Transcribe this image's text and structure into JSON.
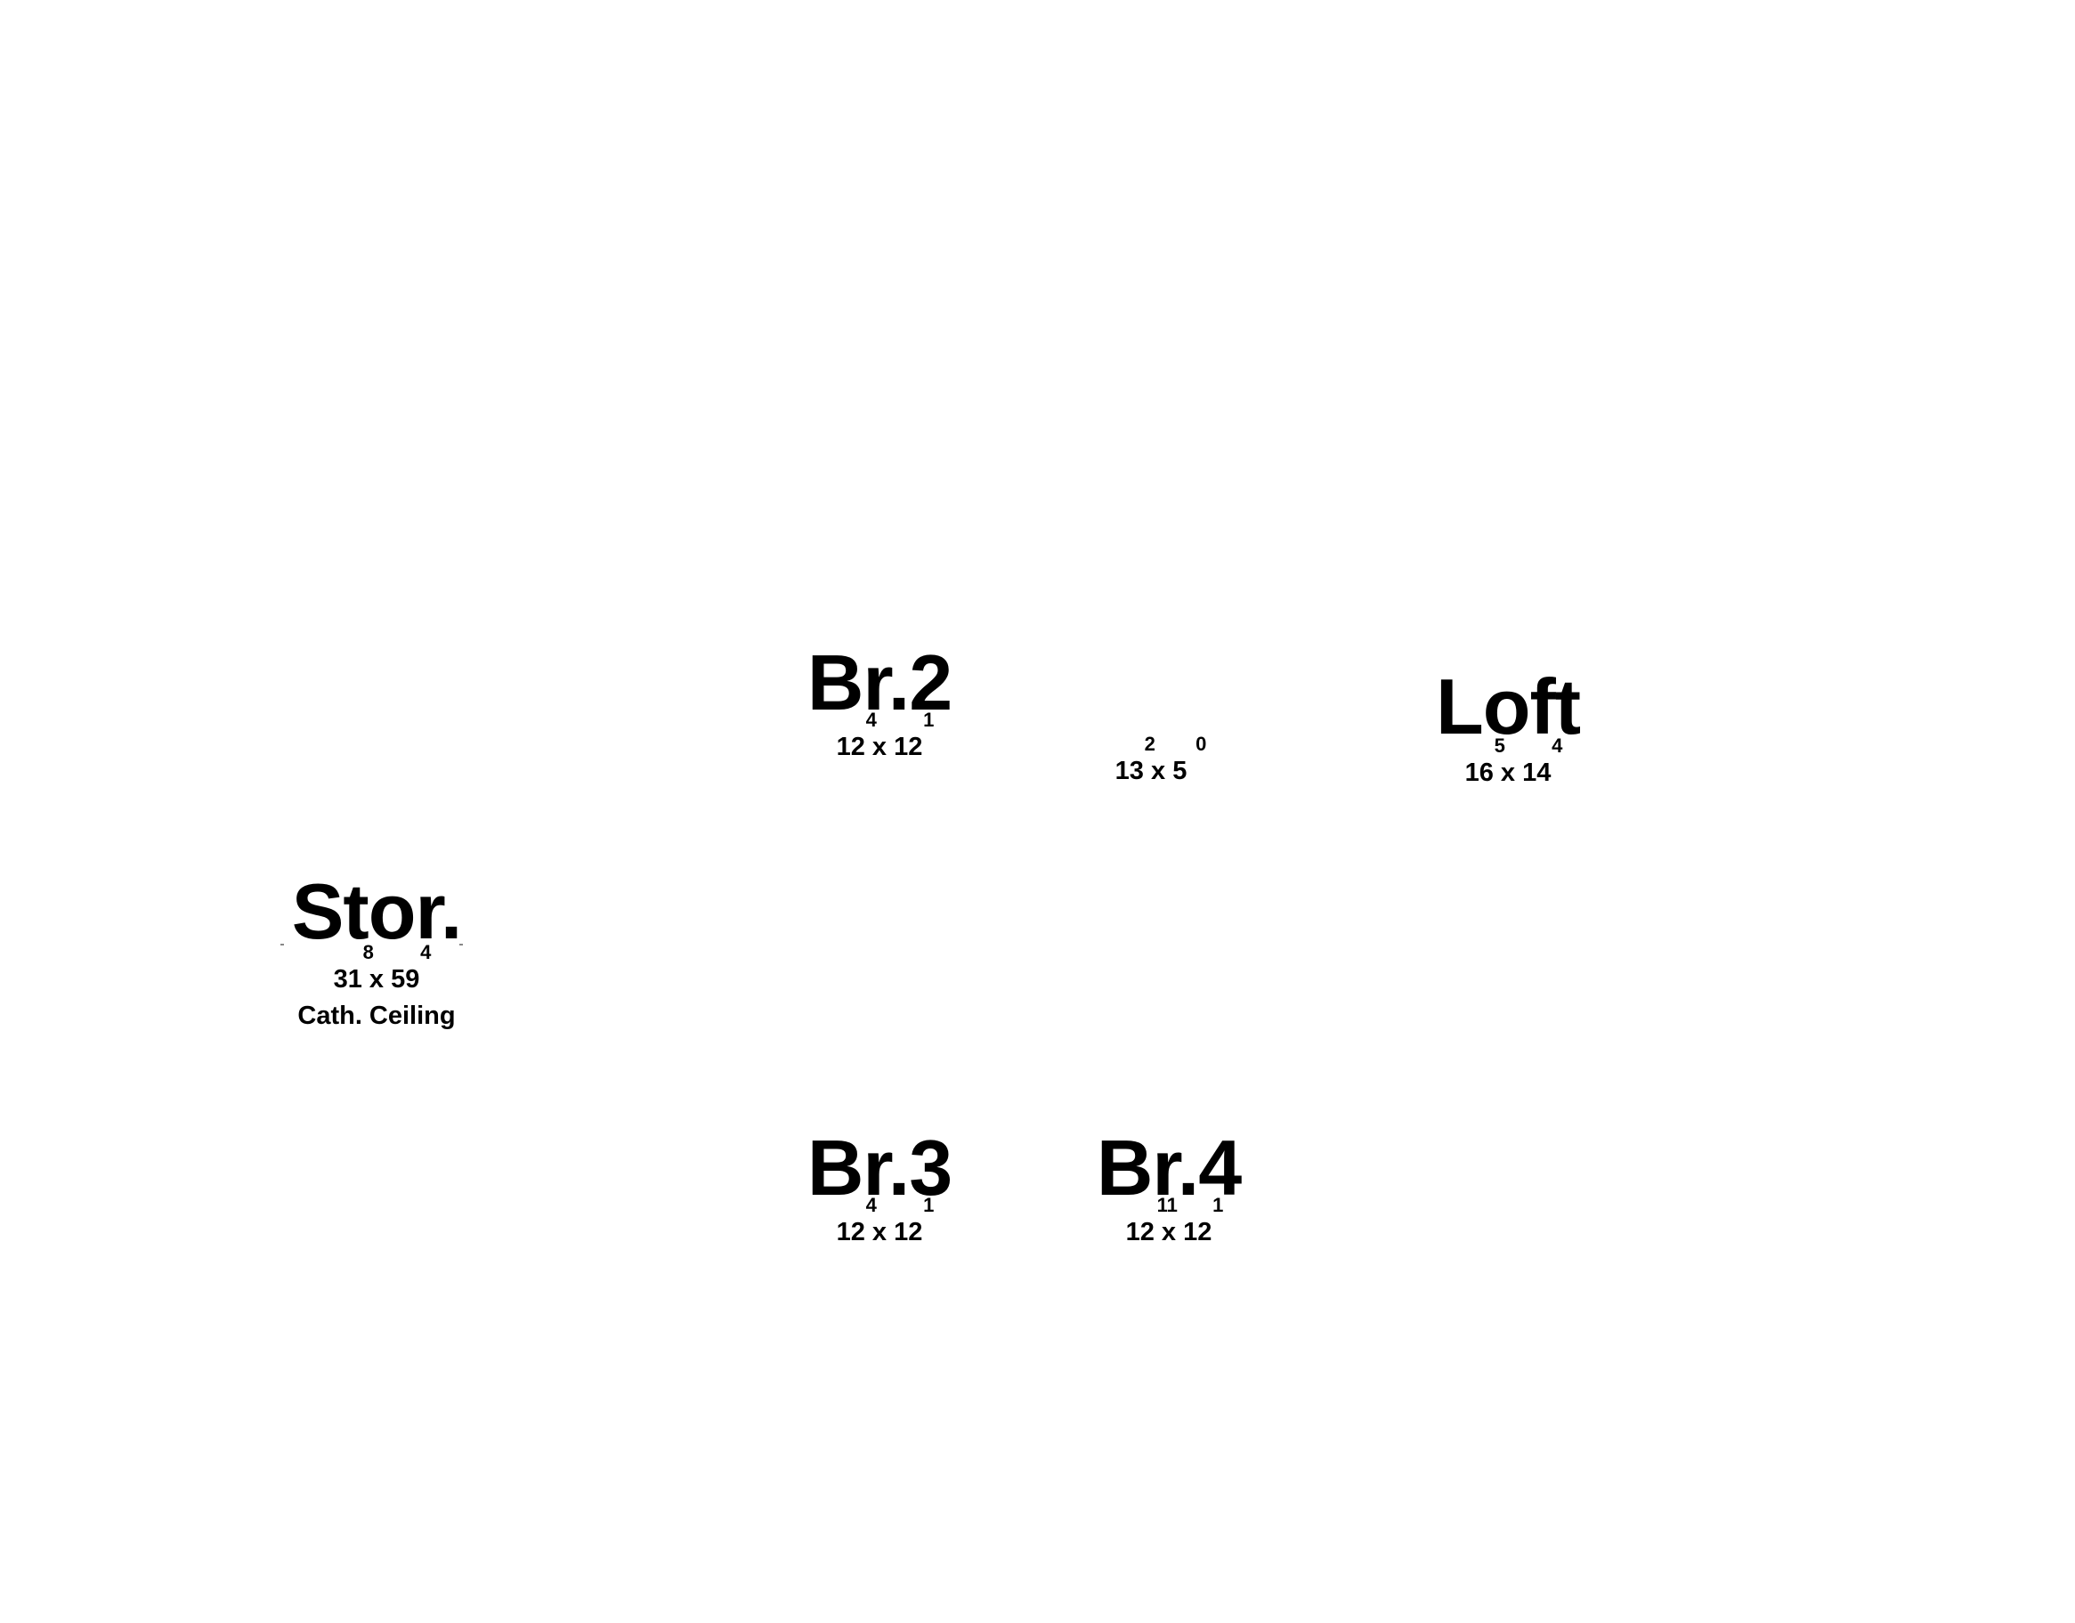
{
  "rooms": {
    "br2": {
      "name": "Br.2",
      "w_ft": "12",
      "w_in": "4",
      "l_ft": "12",
      "l_in": "1"
    },
    "hall": {
      "name": "",
      "w_ft": "13",
      "w_in": "2",
      "l_ft": "5",
      "l_in": "0"
    },
    "loft": {
      "name": "Loft",
      "w_ft": "16",
      "w_in": "5",
      "l_ft": "14",
      "l_in": "4"
    },
    "stor": {
      "name": "Stor.",
      "w_ft": "31",
      "w_in": "8",
      "l_ft": "59",
      "l_in": "4",
      "note": "Cath. Ceiling"
    },
    "br3": {
      "name": "Br.3",
      "w_ft": "12",
      "w_in": "4",
      "l_ft": "12",
      "l_in": "1"
    },
    "br4": {
      "name": "Br.4",
      "w_ft": "12",
      "w_in": "11",
      "l_ft": "12",
      "l_in": "1"
    }
  },
  "separator": "x"
}
